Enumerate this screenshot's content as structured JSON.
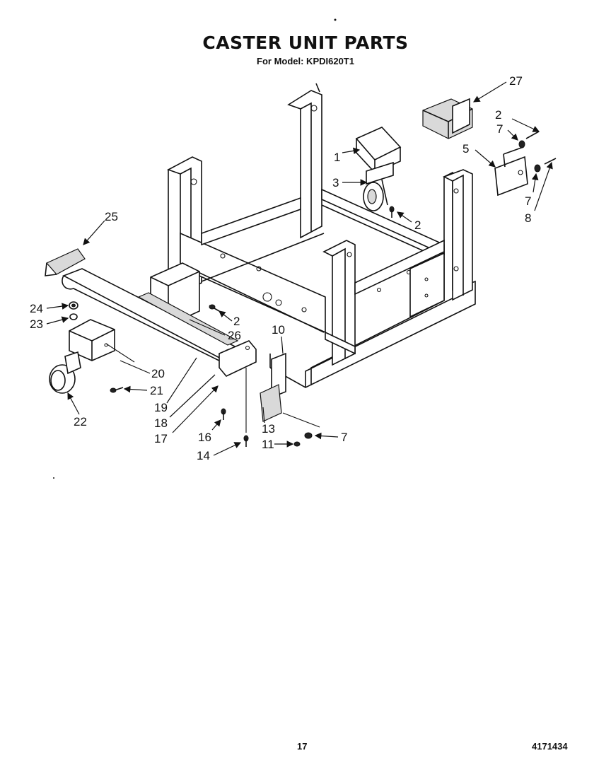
{
  "header": {
    "title": "CASTER UNIT PARTS",
    "subtitle": "For Model: KPDI620T1"
  },
  "footer": {
    "page_number": "17",
    "document_number": "4171434"
  },
  "callouts": {
    "c27": "27",
    "c2a": "2",
    "c7a": "7",
    "c5": "5",
    "c7b": "7",
    "c8": "8",
    "c1": "1",
    "c3": "3",
    "c2b": "2",
    "c25": "25",
    "c24": "24",
    "c23": "23",
    "c2c": "2",
    "c26": "26",
    "c10": "10",
    "c20": "20",
    "c21": "21",
    "c22": "22",
    "c19": "19",
    "c18": "18",
    "c17": "17",
    "c16": "16",
    "c13": "13",
    "c7c": "7",
    "c11": "11",
    "c14": "14"
  }
}
